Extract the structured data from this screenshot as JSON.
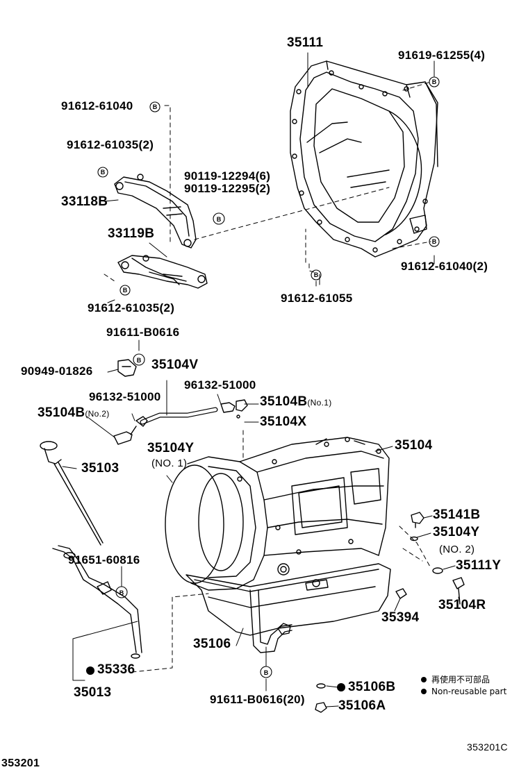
{
  "labels": {
    "p35111": "35111",
    "p91619_61255": "91619-61255(4)",
    "p91612_61040_top": "91612-61040",
    "p91612_61035_a": "91612-61035(2)",
    "p90119_12294": "90119-12294(6)",
    "p90119_12295": "90119-12295(2)",
    "p33118B": "33118B",
    "p33119B": "33119B",
    "p91612_61040_2": "91612-61040(2)",
    "p91612_61035_b": "91612-61035(2)",
    "p91612_61055": "91612-61055",
    "p91611_B0616": "91611-B0616",
    "p90949_01826": "90949-01826",
    "p35104V": "35104V",
    "p96132_51000_a": "96132-51000",
    "p96132_51000_b": "96132-51000",
    "p35104B_no1": "35104B",
    "p35104B_no1_sub": "(No.1)",
    "p35104B_no2": "35104B",
    "p35104B_no2_sub": "(No.2)",
    "p35104X": "35104X",
    "p35104Y_no1": "35104Y",
    "p35104Y_no1_sub": "(NO. 1)",
    "p35104": "35104",
    "p35103": "35103",
    "p35141B": "35141B",
    "p35104Y_no2": "35104Y",
    "p35104Y_no2_sub": "(NO. 2)",
    "p35111Y": "35111Y",
    "p91651_60816": "91651-60816",
    "p35104R": "35104R",
    "p35394": "35394",
    "p35106": "35106",
    "p35336": "35336",
    "p35013": "35013",
    "p91611_B0616_20": "91611-B0616(20)",
    "p35106B": "35106B",
    "p35106A": "35106A",
    "fig_code": "353201C",
    "page_code": "353201"
  },
  "legend": {
    "jp": "再使用不可部品",
    "en": "Non-reusable part"
  },
  "symbols": {
    "bolt_marker": "B",
    "nonreusable_marker": "●"
  }
}
